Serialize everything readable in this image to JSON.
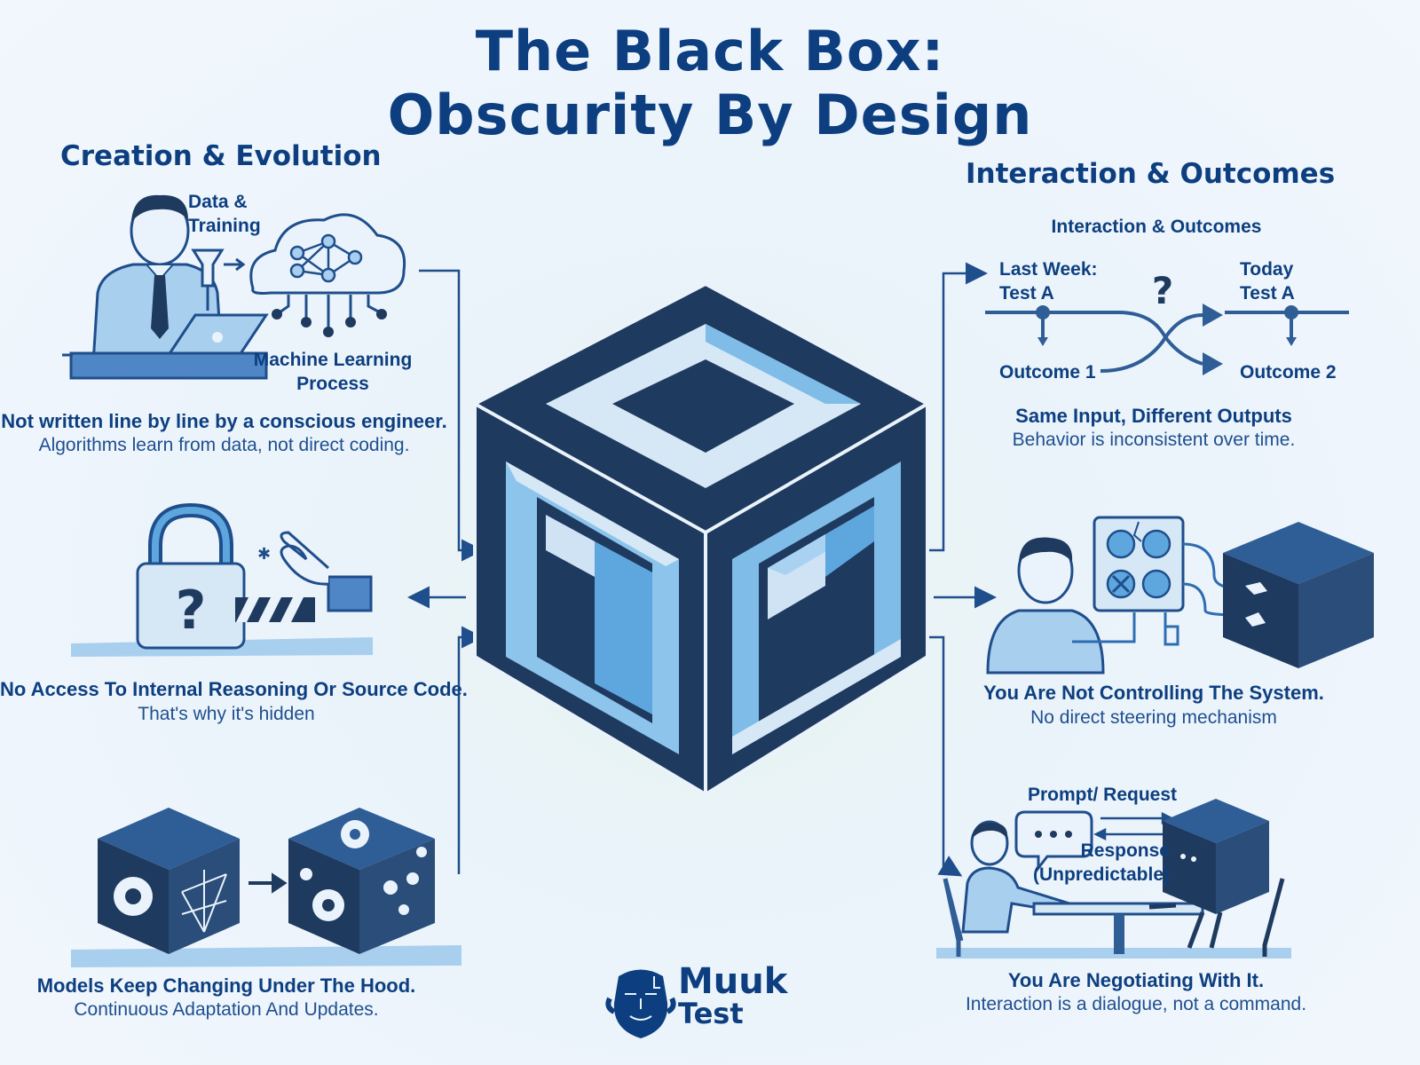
{
  "title": {
    "line1": "The Black Box:",
    "line2": "Obscurity By Design"
  },
  "left": {
    "heading": "Creation & Evolution",
    "panel1": {
      "data_label": "Data &\nTraining",
      "ml_label": "Machine Learning\nProcess",
      "caption_title": "Not written line by line by a conscious engineer.",
      "caption_sub": "Algorithms learn from data, not direct coding."
    },
    "panel2": {
      "caption_title": "No Access To Internal Reasoning Or Source Code.",
      "caption_sub": "That's why it's hidden"
    },
    "panel3": {
      "caption_title": "Models Keep Changing Under The Hood.",
      "caption_sub": "Continuous Adaptation And Updates."
    }
  },
  "right": {
    "heading": "Interaction & Outcomes",
    "panel1": {
      "subheading": "Interaction & Outcomes",
      "last_week": "Last Week:\nTest A",
      "today": "Today\nTest A",
      "outcome1": "Outcome 1",
      "outcome2": "Outcome 2",
      "caption_title": "Same Input, Different Outputs",
      "caption_sub": "Behavior is inconsistent over time."
    },
    "panel2": {
      "caption_title": "You Are Not Controlling The System.",
      "caption_sub": "No direct steering mechanism"
    },
    "panel3": {
      "prompt_label": "Prompt/ Request",
      "response_label": "Response\n(Unpredictable)",
      "caption_title": "You Are Negotiating With It.",
      "caption_sub": "Interaction is a dialogue, not a command."
    }
  },
  "logo": {
    "line1": "Muuk",
    "line2": "Test"
  },
  "colors": {
    "navy": "#0d3f80",
    "cube_dark": "#1f3a5f",
    "cube_light": "#7fbce8",
    "panel_blue": "#a9cfee",
    "background": "#eef5fc"
  }
}
